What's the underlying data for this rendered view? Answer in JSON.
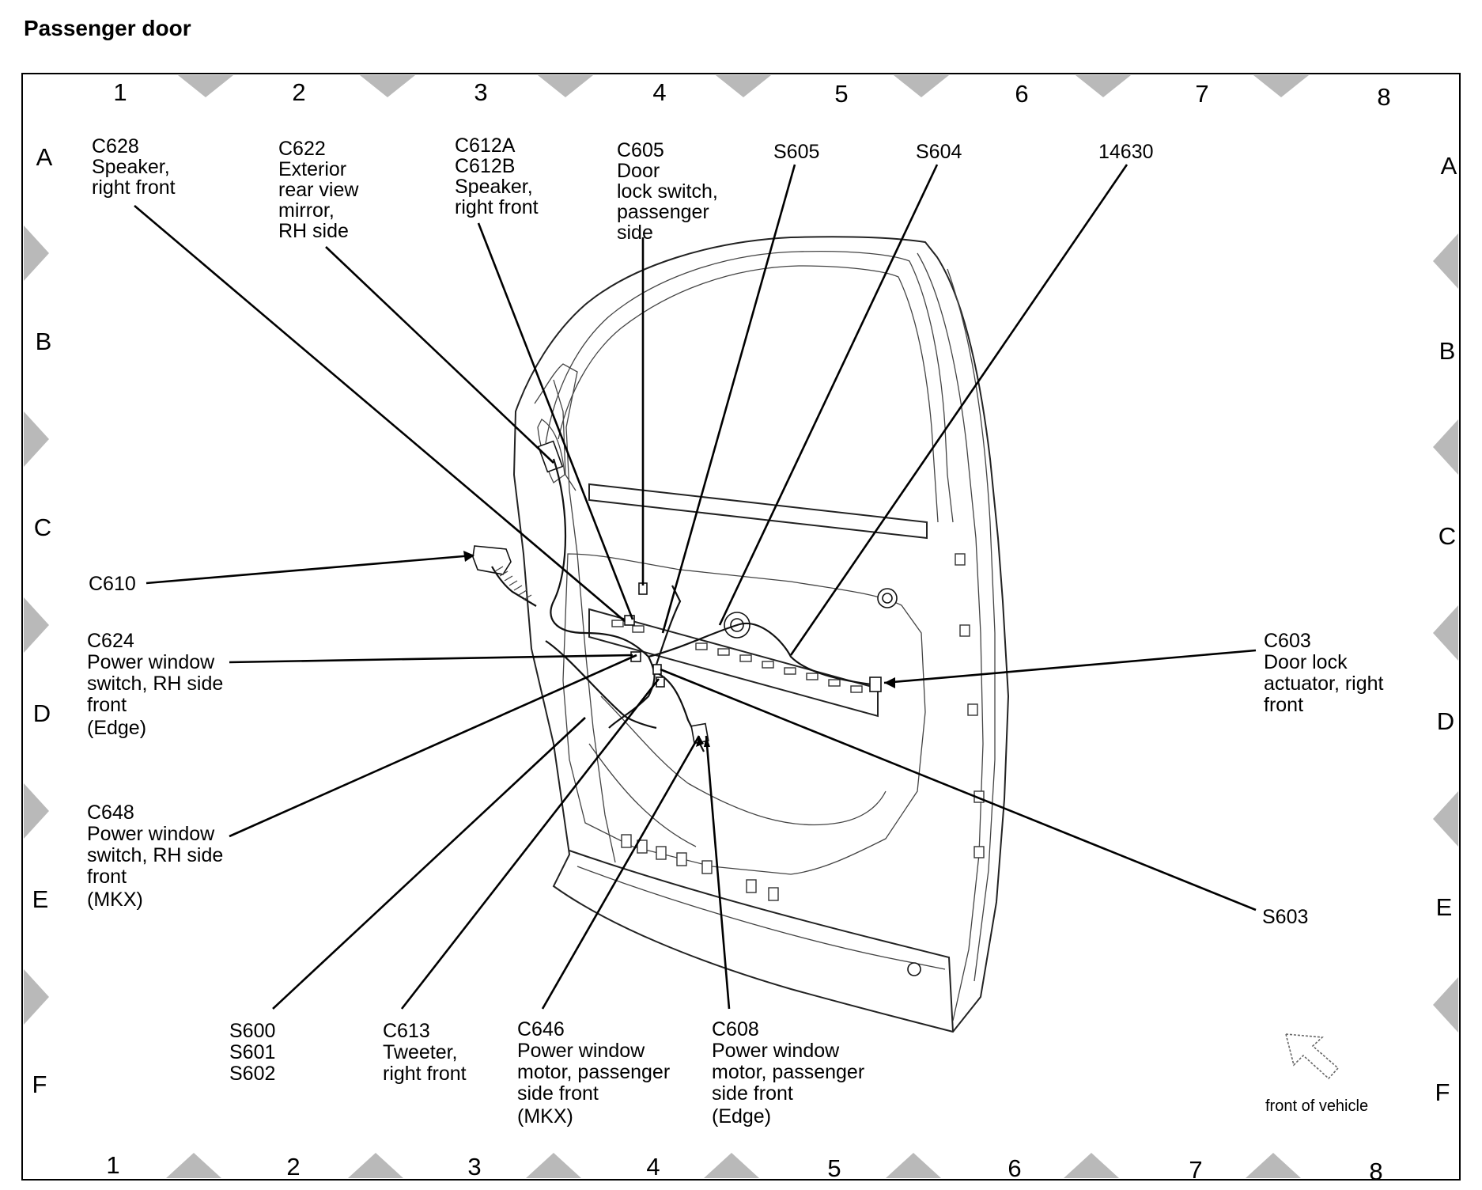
{
  "title": "Passenger door",
  "grid": {
    "columns": [
      "1",
      "2",
      "3",
      "4",
      "5",
      "6",
      "7",
      "8"
    ],
    "rows": [
      "A",
      "B",
      "C",
      "D",
      "E",
      "F"
    ]
  },
  "callouts": {
    "c628": [
      "C628",
      "Speaker,",
      "right front"
    ],
    "c622": [
      "C622",
      "Exterior",
      "rear view",
      "mirror,",
      "RH side"
    ],
    "c612": [
      "C612A",
      "C612B",
      "Speaker,",
      "right front"
    ],
    "c605": [
      "C605",
      "Door",
      "lock switch,",
      "passenger",
      "side"
    ],
    "s605": [
      "S605"
    ],
    "s604": [
      "S604"
    ],
    "p14630": [
      "14630"
    ],
    "c610": [
      "C610"
    ],
    "c624": [
      "C624",
      "Power window",
      "switch, RH side",
      "front",
      "(Edge)"
    ],
    "c603": [
      "C603",
      "Door lock",
      "actuator, right",
      "front"
    ],
    "c648": [
      "C648",
      "Power window",
      "switch, RH side",
      "front",
      "(MKX)"
    ],
    "s603": [
      "S603"
    ],
    "s600": [
      "S600",
      "S601",
      "S602"
    ],
    "c613": [
      "C613",
      "Tweeter,",
      "right front"
    ],
    "c646": [
      "C646",
      "Power window",
      "motor, passenger",
      "side front",
      "(MKX)"
    ],
    "c608": [
      "C608",
      "Power window",
      "motor, passenger",
      "side front",
      "(Edge)"
    ]
  },
  "front_of_vehicle": "front of vehicle",
  "colors": {
    "line": "#000000",
    "zigzag": "#b9b9b9",
    "background": "#ffffff"
  }
}
